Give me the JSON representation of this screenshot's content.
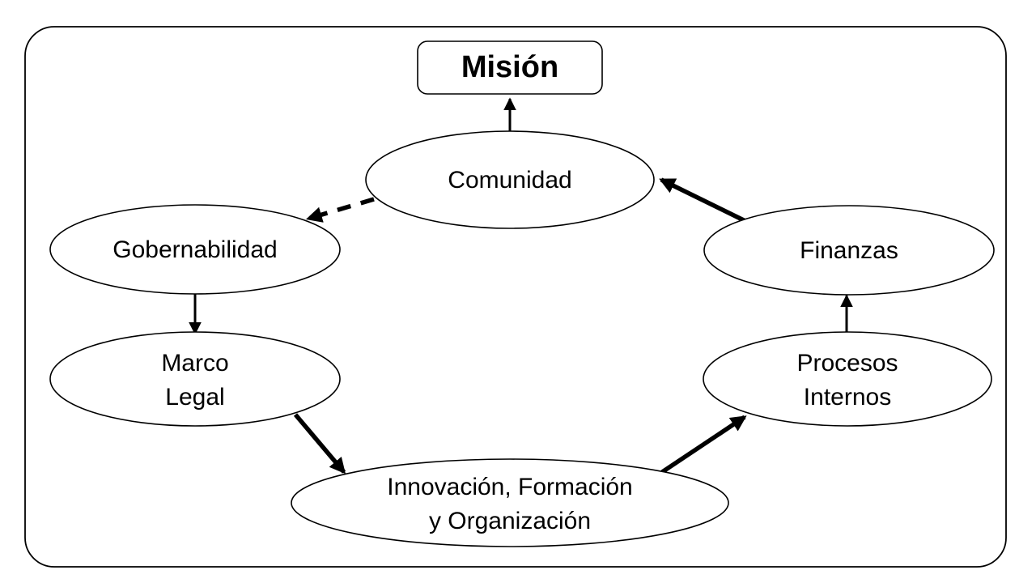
{
  "diagram": {
    "type": "strategy-map",
    "title_node": {
      "id": "mision",
      "label": "Misión",
      "shape": "rounded-rectangle",
      "bold": true
    },
    "nodes": [
      {
        "id": "comunidad",
        "label": "Comunidad",
        "shape": "ellipse",
        "lines": [
          "Comunidad"
        ]
      },
      {
        "id": "gobernabilidad",
        "label": "Gobernabilidad",
        "shape": "ellipse",
        "lines": [
          "Gobernabilidad"
        ]
      },
      {
        "id": "finanzas",
        "label": "Finanzas",
        "shape": "ellipse",
        "lines": [
          "Finanzas"
        ]
      },
      {
        "id": "marco-legal",
        "label": "Marco Legal",
        "shape": "ellipse",
        "lines": [
          "Marco",
          "Legal"
        ]
      },
      {
        "id": "procesos-internos",
        "label": "Procesos Internos",
        "shape": "ellipse",
        "lines": [
          "Procesos",
          "Internos"
        ]
      },
      {
        "id": "innovacion",
        "label": "Innovación, Formación y Organización",
        "shape": "ellipse",
        "lines": [
          "Innovación, Formación",
          "y Organización"
        ]
      }
    ],
    "edges": [
      {
        "id": "comunidad-to-mision",
        "from": "comunidad",
        "to": "mision",
        "style": "solid",
        "weight": "thin",
        "arrow": "end"
      },
      {
        "id": "comunidad-to-gobernabilidad",
        "from": "comunidad",
        "to": "gobernabilidad",
        "style": "dashed",
        "weight": "thick",
        "arrow": "end"
      },
      {
        "id": "finanzas-to-comunidad",
        "from": "finanzas",
        "to": "comunidad",
        "style": "solid",
        "weight": "thick",
        "arrow": "end"
      },
      {
        "id": "gobernabilidad-to-marco-legal",
        "from": "gobernabilidad",
        "to": "marco-legal",
        "style": "solid",
        "weight": "thin",
        "arrow": "end"
      },
      {
        "id": "marco-legal-to-innovacion",
        "from": "marco-legal",
        "to": "innovacion",
        "style": "solid",
        "weight": "thick",
        "arrow": "end"
      },
      {
        "id": "innovacion-to-procesos-internos",
        "from": "innovacion",
        "to": "procesos-internos",
        "style": "solid",
        "weight": "thick",
        "arrow": "end"
      },
      {
        "id": "procesos-internos-to-finanzas",
        "from": "procesos-internos",
        "to": "finanzas",
        "style": "solid",
        "weight": "thin",
        "arrow": "end"
      }
    ],
    "colors": {
      "background": "#ffffff",
      "stroke": "#000000",
      "fill": "#ffffff",
      "text": "#000000"
    }
  }
}
